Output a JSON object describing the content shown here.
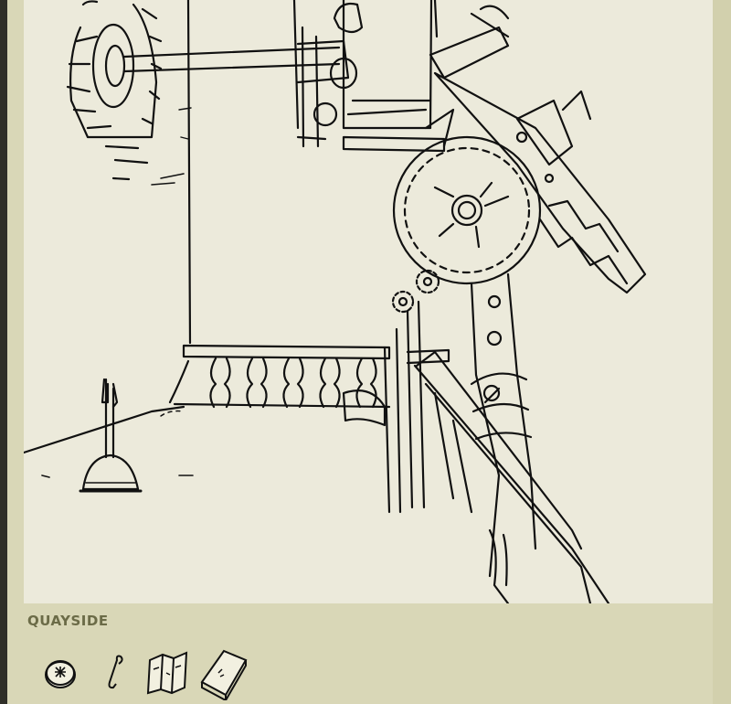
{
  "location": {
    "name": "QUAYSIDE"
  },
  "scene": {
    "hotspots": [
      {
        "id": "wall-furnace",
        "icon": "brick-furnace-icon"
      },
      {
        "id": "big-gear",
        "icon": "cogwheel-icon"
      },
      {
        "id": "toothed-arm",
        "icon": "rack-arm-icon"
      },
      {
        "id": "balustrade",
        "icon": "railing-icon"
      },
      {
        "id": "bell-lever",
        "icon": "lever-bell-icon"
      },
      {
        "id": "quay-railing",
        "icon": "handrail-icon"
      }
    ]
  },
  "inventory": {
    "items": [
      {
        "id": "coin",
        "icon": "coin-icon"
      },
      {
        "id": "hook",
        "icon": "hook-icon"
      },
      {
        "id": "map",
        "icon": "folded-map-icon"
      },
      {
        "id": "book",
        "icon": "book-icon"
      }
    ]
  },
  "colors": {
    "background": "#d9d7b7",
    "scene": "#eceadb",
    "ink": "#111111",
    "title": "#6b6b47"
  }
}
